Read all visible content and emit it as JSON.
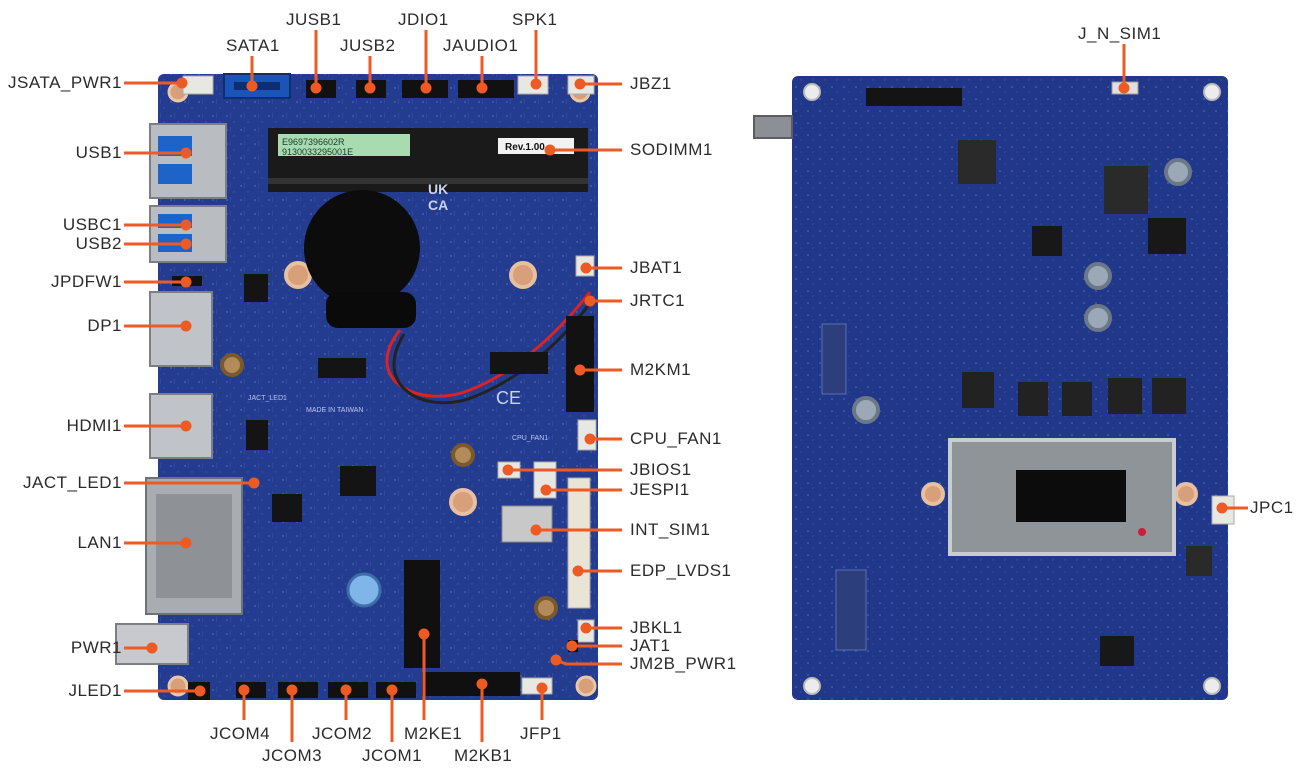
{
  "diagram": {
    "accent_color": "#ee5a24",
    "board_color": "#243c8f",
    "front_labels": {
      "jsata_pwr1": "JSATA_PWR1",
      "sata1": "SATA1",
      "jusb1": "JUSB1",
      "jusb2": "JUSB2",
      "jdio1": "JDIO1",
      "jaudio1": "JAUDIO1",
      "spk1": "SPK1",
      "jbz1": "JBZ1",
      "usb1": "USB1",
      "sodimm1": "SODIMM1",
      "usbc1": "USBC1",
      "usb2": "USB2",
      "jbat1": "JBAT1",
      "jpdfw1": "JPDFW1",
      "jrtc1": "JRTC1",
      "dp1": "DP1",
      "m2km1": "M2KM1",
      "hdmi1": "HDMI1",
      "cpu_fan1": "CPU_FAN1",
      "jbios1": "JBIOS1",
      "jact_led1": "JACT_LED1",
      "jespi1": "JESPI1",
      "int_sim1": "INT_SIM1",
      "lan1": "LAN1",
      "edp_lvds1": "EDP_LVDS1",
      "jbkl1": "JBKL1",
      "pwr1": "PWR1",
      "jat1": "JAT1",
      "jm2b_pwr1": "JM2B_PWR1",
      "jled1": "JLED1",
      "jcom4": "JCOM4",
      "jcom2": "JCOM2",
      "m2ke1": "M2KE1",
      "jfp1": "JFP1",
      "jcom3": "JCOM3",
      "jcom1": "JCOM1",
      "m2kb1": "M2KB1"
    },
    "back_labels": {
      "j_n_sim1": "J_N_SIM1",
      "jpc1": "JPC1"
    },
    "board_print": {
      "sticker_serial_1": "E9697396602R",
      "sticker_serial_2": "9130033295001E",
      "rev": "Rev.1.00",
      "ukca_1": "UK",
      "ukca_2": "CA",
      "made_in": "MADE IN TAIWAN",
      "act_led": "JACT_LED1",
      "cpu_fan": "CPU_FAN1",
      "ce": "CE"
    }
  }
}
